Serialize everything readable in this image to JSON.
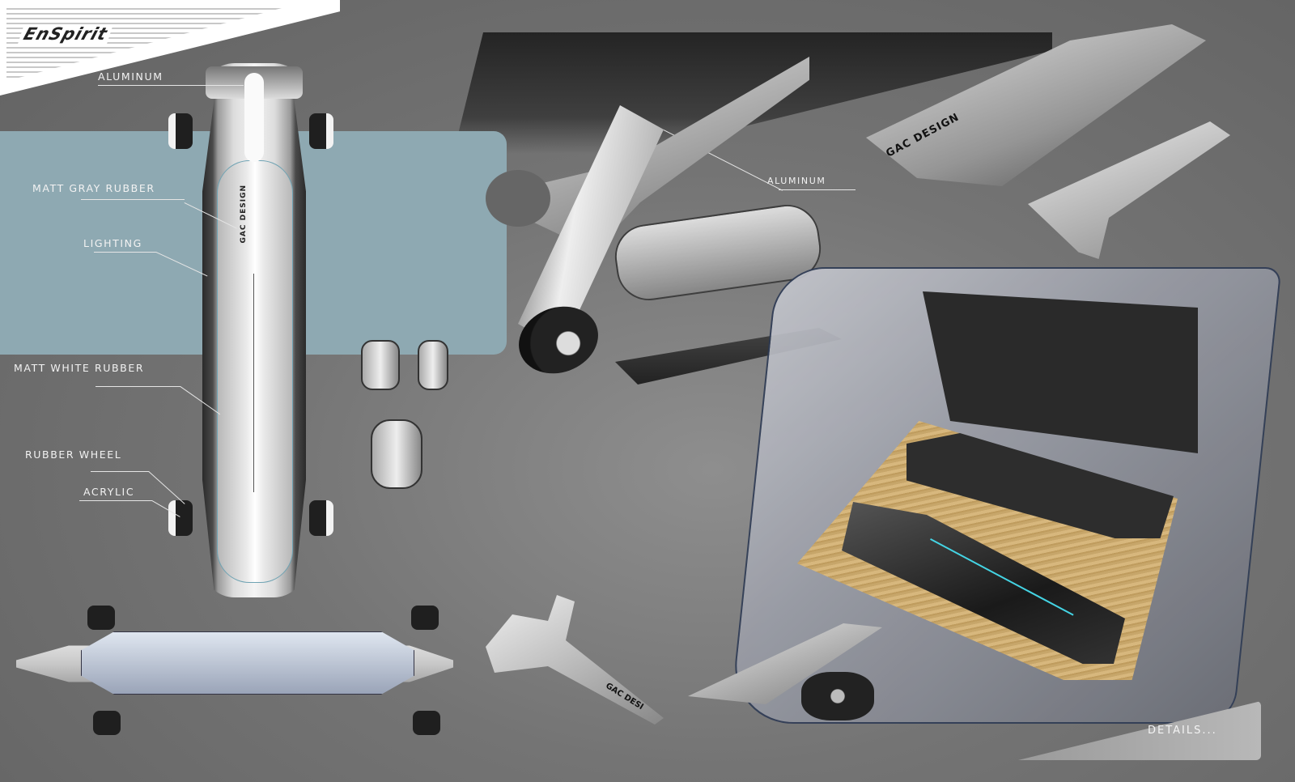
{
  "header": {
    "logo": "EnSpirit"
  },
  "deck": {
    "brand": "GAC DESIGN"
  },
  "callouts": [
    {
      "id": "aluminum-top",
      "label": "ALUMINUM"
    },
    {
      "id": "matt-gray-rubber",
      "label": "MATT GRAY RUBBER"
    },
    {
      "id": "lighting",
      "label": "LIGHTING"
    },
    {
      "id": "matt-white-rubber",
      "label": "MATT WHITE RUBBER"
    },
    {
      "id": "rubber-wheel",
      "label": "RUBBER WHEEL"
    },
    {
      "id": "acrylic",
      "label": "ACRYLIC"
    },
    {
      "id": "aluminum-right",
      "label": "ALUMINUM"
    }
  ],
  "sketch_marks": {
    "top_right_brand": "GAC DESIGN",
    "bottom_part_brand": "GAC DESI"
  },
  "footer": {
    "details_label": "DETAILS..."
  },
  "colors": {
    "background": "#6b6b6b",
    "panel_blue": "#8ea9b2",
    "accent_cyan": "#44d4e4",
    "wood": "#c7a66a",
    "label_text": "#f2f2f2"
  }
}
